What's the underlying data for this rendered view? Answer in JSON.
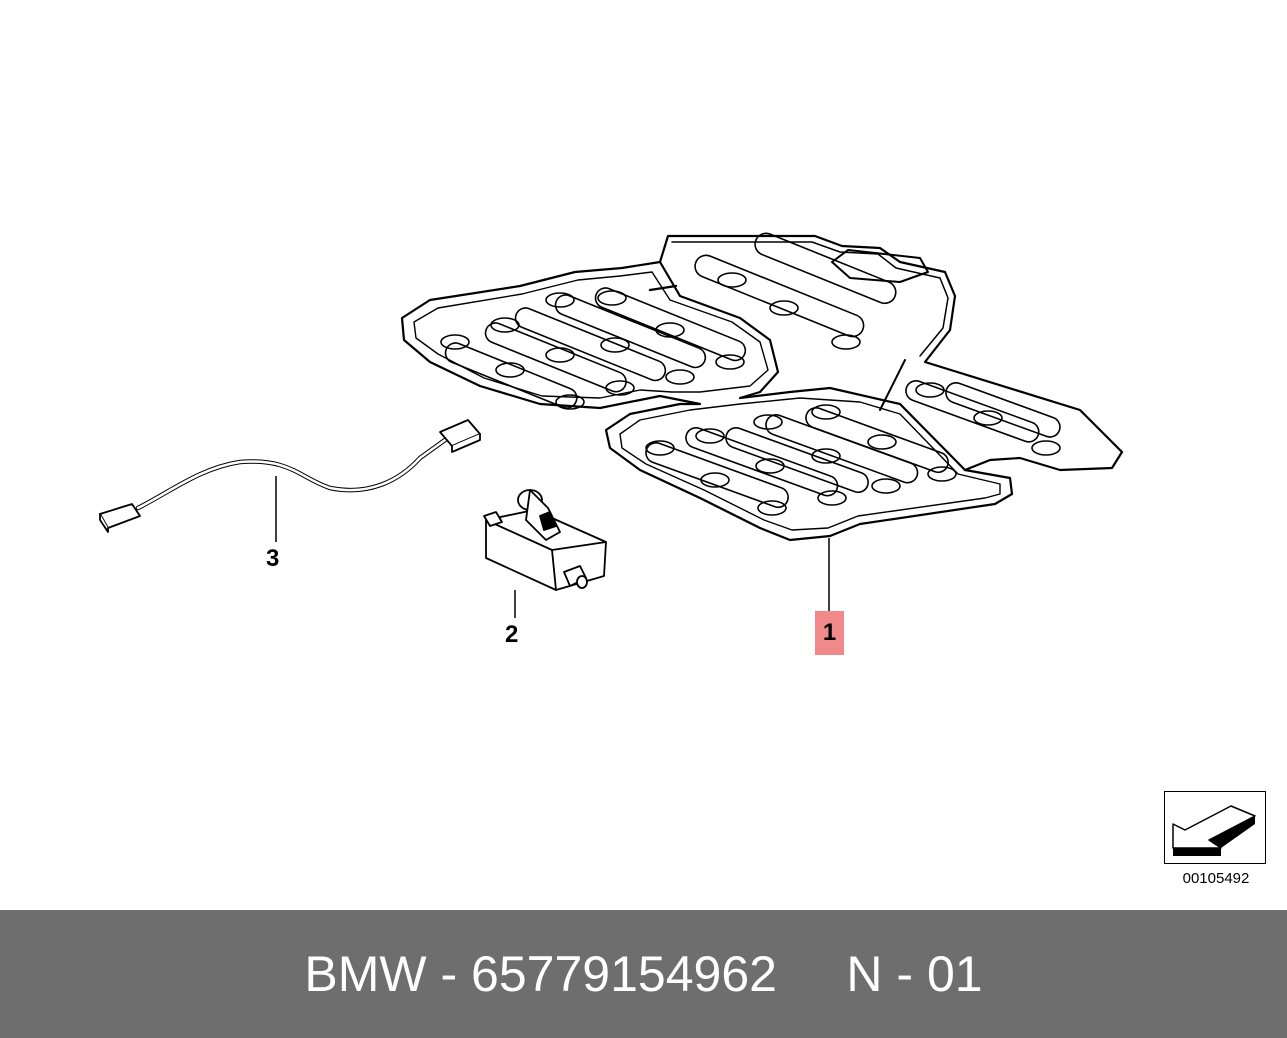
{
  "callouts": {
    "part1": "1",
    "part2": "2",
    "part3": "3"
  },
  "diagram_number": "00105492",
  "footer": {
    "brand": "BMW",
    "separator": " - ",
    "part_number": "65779154962",
    "gap": "     ",
    "code": "N - 01"
  },
  "colors": {
    "highlight": "#f08a8a",
    "footer_background": "#6e6e6e",
    "footer_text": "#ffffff",
    "line_art": "#000000"
  },
  "icons": {
    "orientation": "arrow-orientation-icon"
  }
}
